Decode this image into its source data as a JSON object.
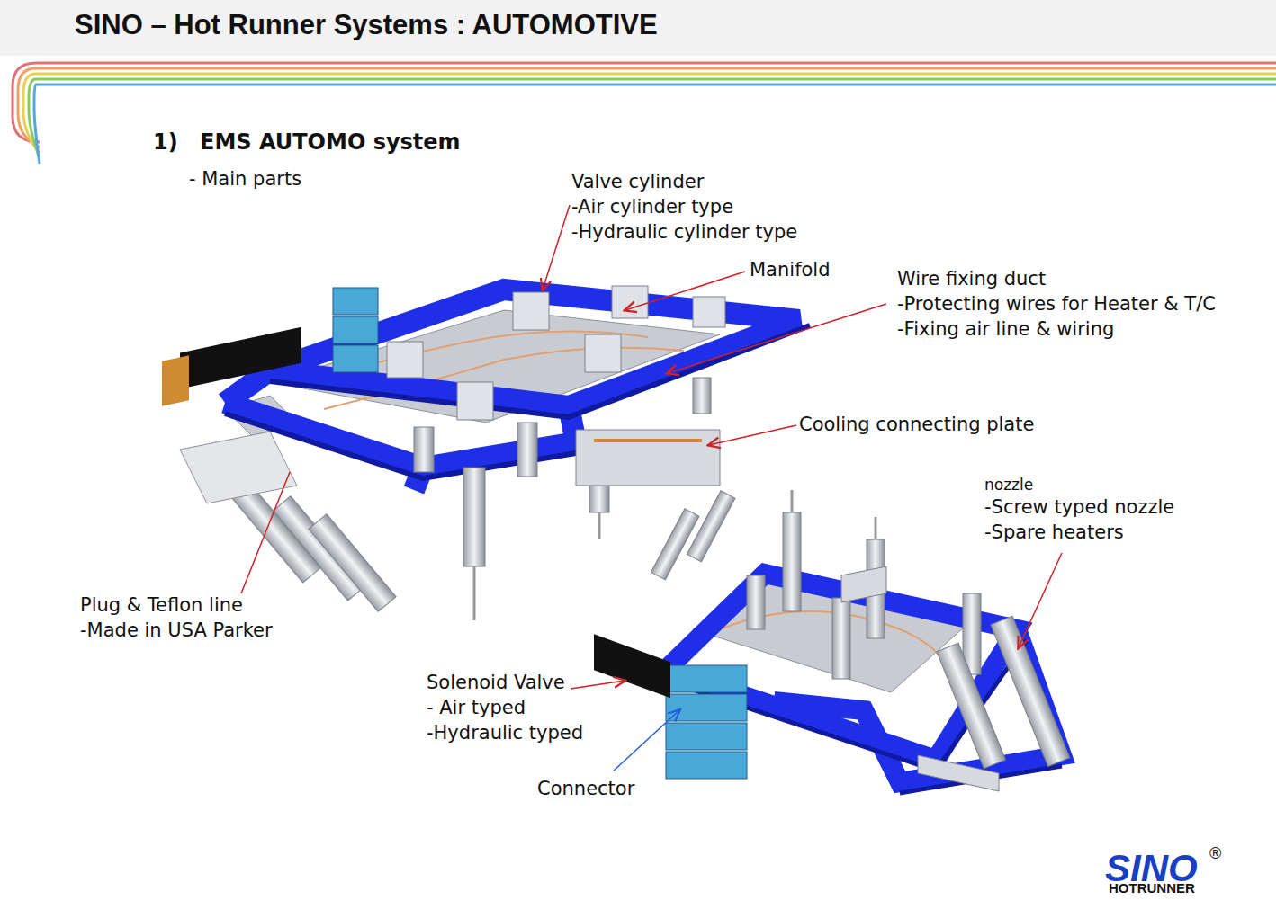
{
  "diagram": {
    "title": "SINO – Hot Runner Systems : AUTOMOTIVE",
    "labels": [
      "1)",
      "EMS AUTOMO system",
      "- Main parts",
      "Valve cylinder",
      "-Air cylinder type",
      "-Hydraulic cylinder type",
      "Manifold",
      "Wire fixing duct",
      "-Protecting wires for Heater & T/C",
      "-Fixing air line & wiring",
      "Cooling connecting plate",
      "nozzle",
      "-Screw typed nozzle",
      "-Spare heaters",
      "Plug & Teflon line",
      "-Made in USA Parker",
      "Solenoid Valve",
      "- Air typed",
      "-Hydraulic typed",
      "Connector",
      "SINO",
      "®",
      "HOTRUNNER"
    ]
  }
}
